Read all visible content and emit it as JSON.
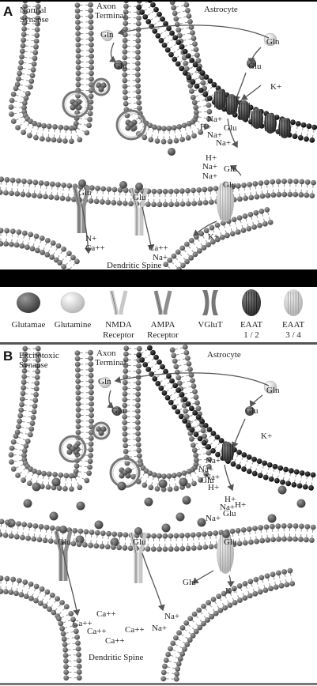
{
  "panel_a": {
    "letter": "A",
    "title_line1": "Normal",
    "title_line2": "Synapse",
    "axon_line1": "Axon",
    "axon_line2": "Terminal",
    "astrocyte": "Astrocyte",
    "gln_top_left": "Gln",
    "gln_top_right": "Gln",
    "glu_top_left": "Glu",
    "glu_top_right": "Glu",
    "kplus": "K+",
    "ion_col": [
      "Na+",
      "H+",
      "Na+",
      "Na+"
    ],
    "glu_eaat": "Glu",
    "cleft_ions": [
      "H+",
      "Na+",
      "Na+"
    ],
    "glu_cleft": "Glu",
    "glu_r1": "Glu",
    "glu_r2": "Glu",
    "glu_r3": "Glu",
    "ion_n": "N+",
    "ion_ca": "Ca++",
    "ion_ca2": "Ca++",
    "ion_na2": "Na+",
    "kplus_low": "K+",
    "dendritic": "Dendritic Spine"
  },
  "legend": {
    "items": [
      {
        "line1": "Glutamae",
        "line2": ""
      },
      {
        "line1": "Glutamine",
        "line2": ""
      },
      {
        "line1": "NMDA",
        "line2": "Receptor"
      },
      {
        "line1": "AMPA",
        "line2": "Receptor"
      },
      {
        "line1": "VGluT",
        "line2": ""
      },
      {
        "line1": "EAAT",
        "line2": "1 / 2"
      },
      {
        "line1": "EAAT",
        "line2": "3 / 4"
      }
    ]
  },
  "panel_b": {
    "letter": "B",
    "title_line1": "Excitotoxic",
    "title_line2": "Synapse",
    "axon_line1": "Axon",
    "axon_line2": "Terminal",
    "astrocyte": "Astrocyte",
    "gln_left": "Gln",
    "gln_right": "Gln",
    "glu_left": "Glu",
    "glu_right": "Glu",
    "kplus": "K+",
    "ion_col": [
      "Na+",
      "Na+",
      "Na+",
      "Glu",
      "H+"
    ],
    "cleft_ions": [
      "H+",
      "Na+",
      "H+",
      "Na+",
      "Glu"
    ],
    "glu_r1": "Glu",
    "glu_r2": "Glu",
    "glu_r3": "Glu",
    "glu_low": "Glu",
    "kplus_low": "K+",
    "ions_bottom": [
      "Ca++",
      "Na+",
      "Ca++",
      "Ca++",
      "Ca++",
      "Na+",
      "Ca++"
    ],
    "dendritic": "Dendritic Spine"
  }
}
